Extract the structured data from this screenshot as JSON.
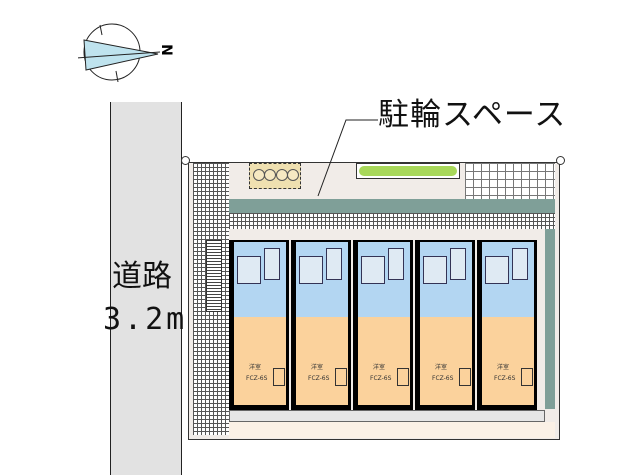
{
  "compass": {
    "icon": "north-arrow-icon",
    "label": "N"
  },
  "road": {
    "label": "道路",
    "width": "3.2m"
  },
  "bicycle_space": {
    "label": "駐輪スペース"
  },
  "units": [
    {
      "room_label": "洋室",
      "room_code": "FCZ-6S"
    },
    {
      "room_label": "洋室",
      "room_code": "FCZ-6S"
    },
    {
      "room_label": "洋室",
      "room_code": "FCZ-6S"
    },
    {
      "room_label": "洋室",
      "room_code": "FCZ-6S"
    },
    {
      "room_label": "洋室",
      "room_code": "FCZ-6S"
    }
  ],
  "colors": {
    "road": "#e2e2e2",
    "wet_area": "#b3d6f2",
    "room": "#fbd29c",
    "hedge": "#a8d85a",
    "paving_teal": "#7f9f98",
    "site_ground": "#f1ece8"
  }
}
